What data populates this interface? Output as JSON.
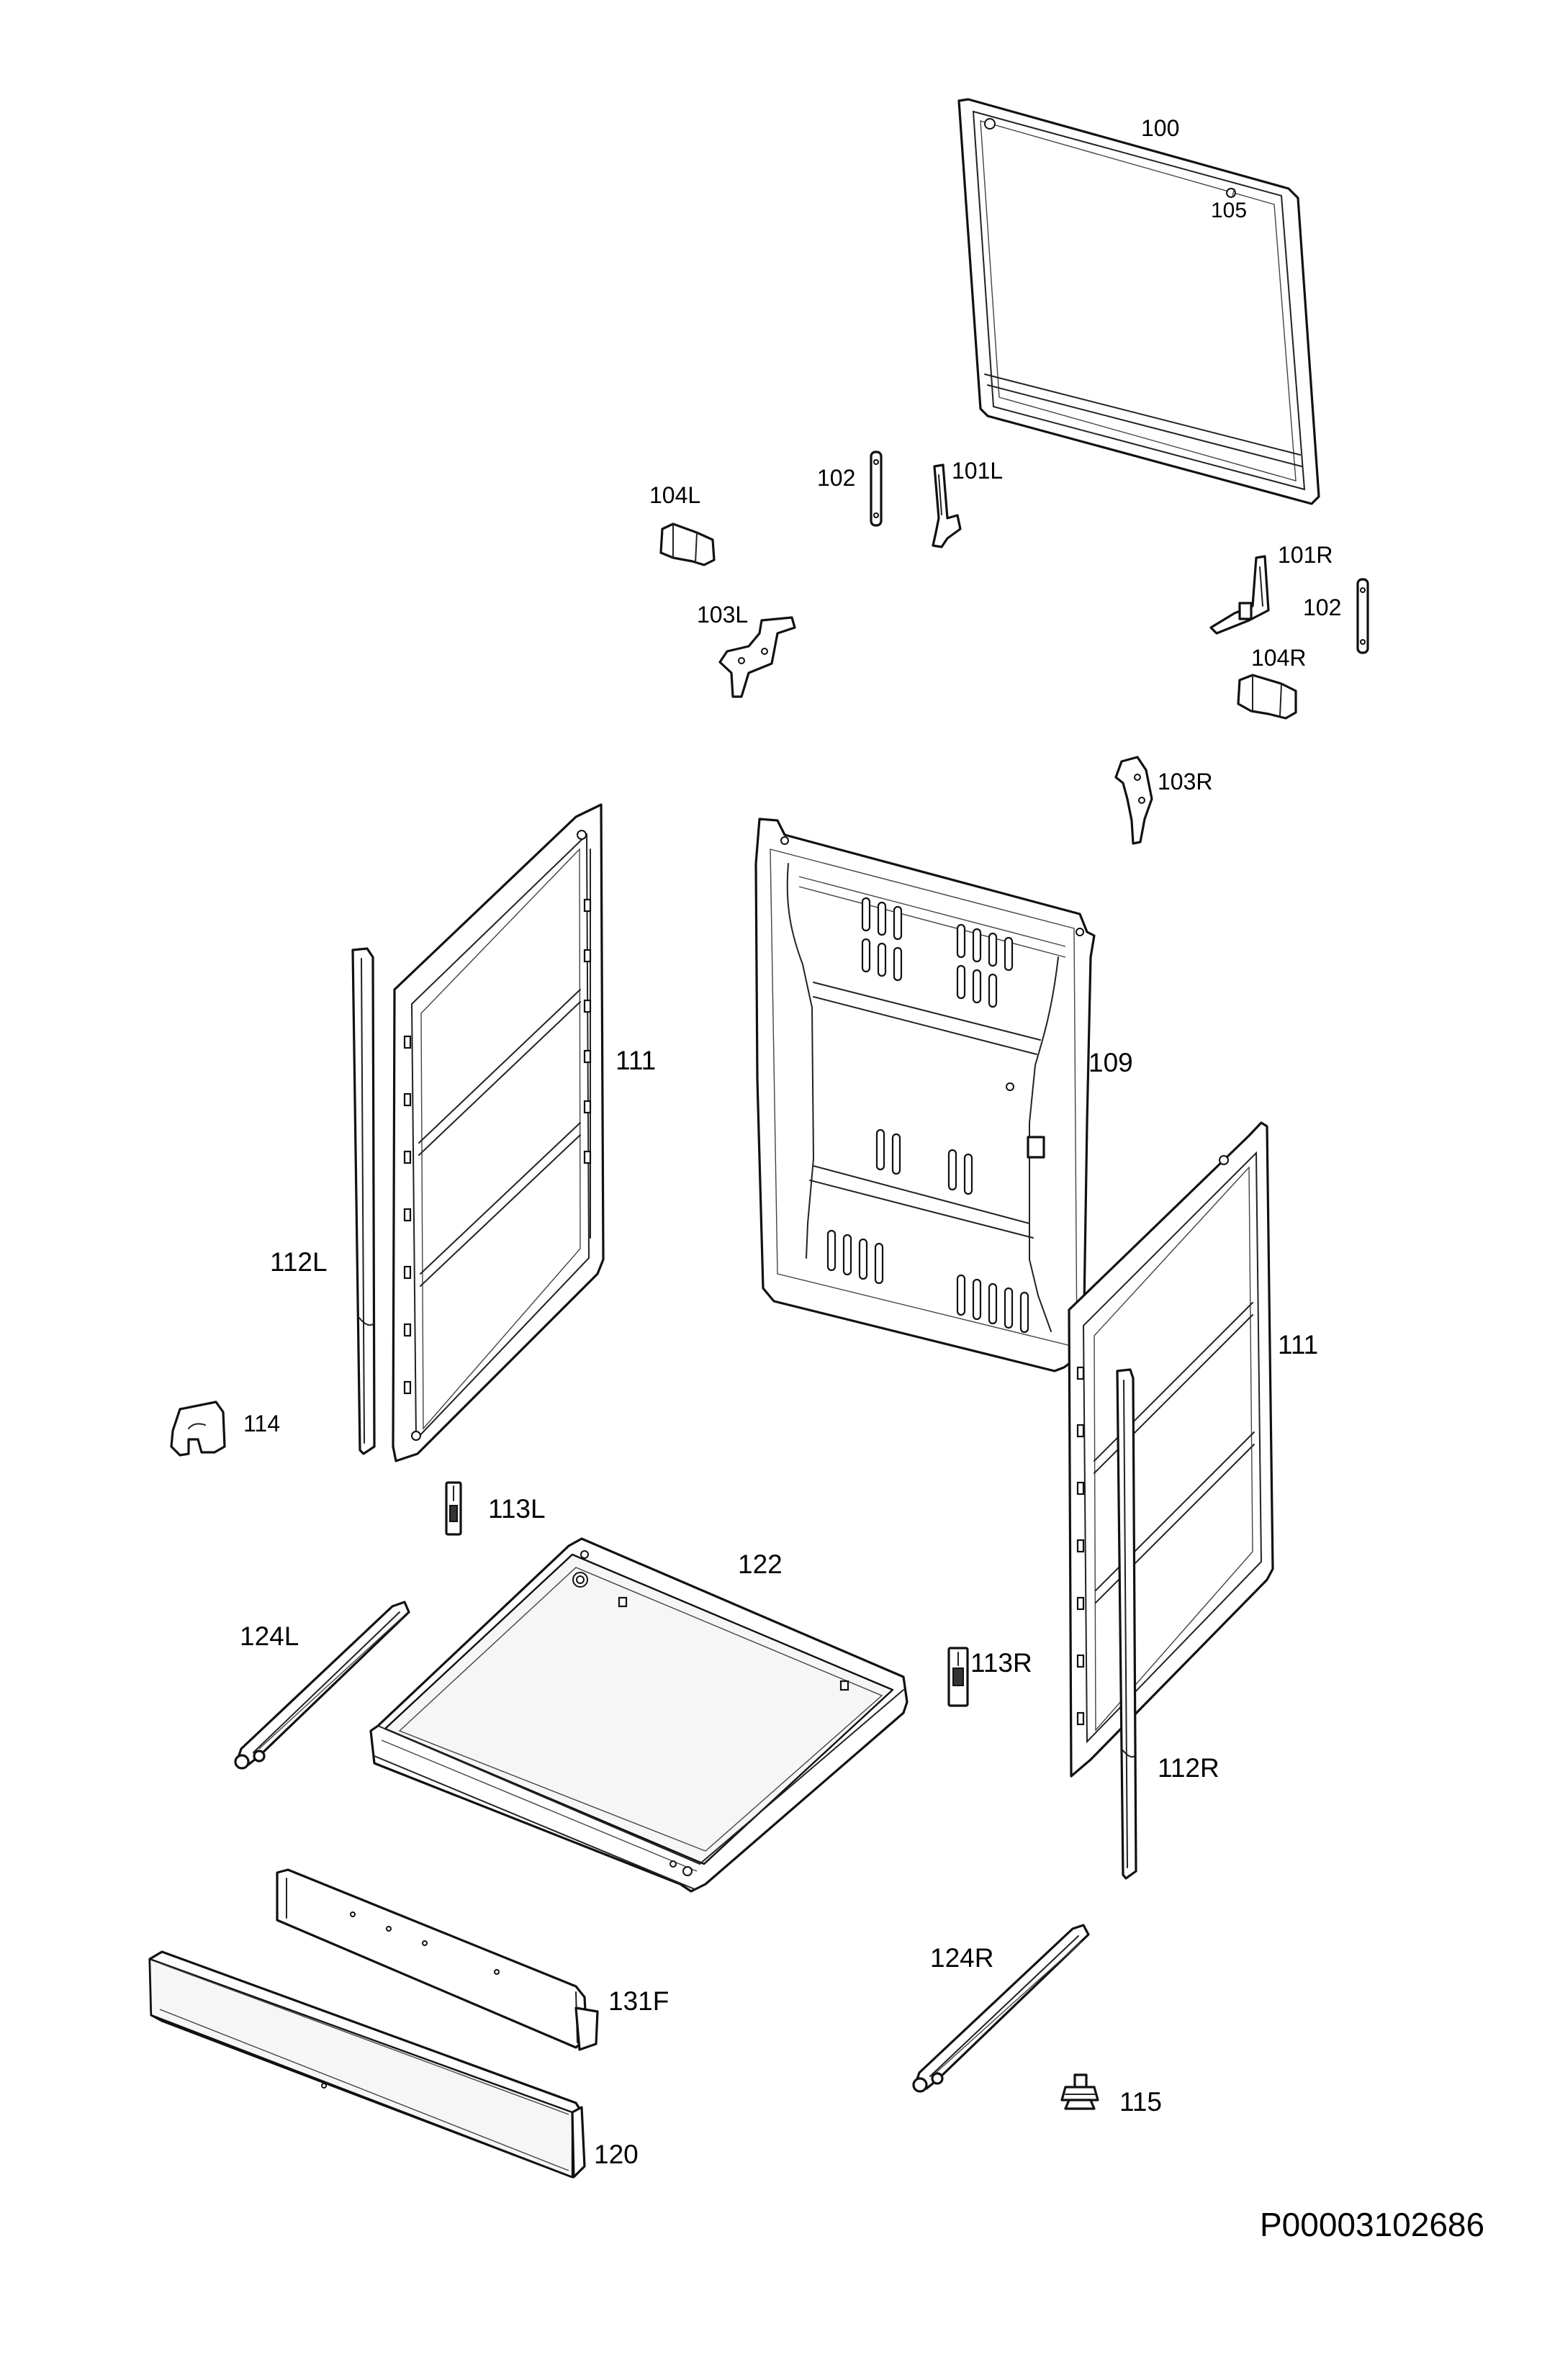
{
  "diagram": {
    "id_code": "P00003102686",
    "callouts": {
      "c100": "100",
      "c105": "105",
      "c102a": "102",
      "c101L": "101L",
      "c104L": "104L",
      "c101R": "101R",
      "c102b": "102",
      "c103L": "103L",
      "c104R": "104R",
      "c103R": "103R",
      "c111a": "111",
      "c109": "109",
      "c112L": "112L",
      "c111b": "111",
      "c114": "114",
      "c113L": "113L",
      "c122": "122",
      "c124L": "124L",
      "c113R": "113R",
      "c112R": "112R",
      "c124R": "124R",
      "c131F": "131F",
      "c115": "115",
      "c120": "120"
    }
  }
}
